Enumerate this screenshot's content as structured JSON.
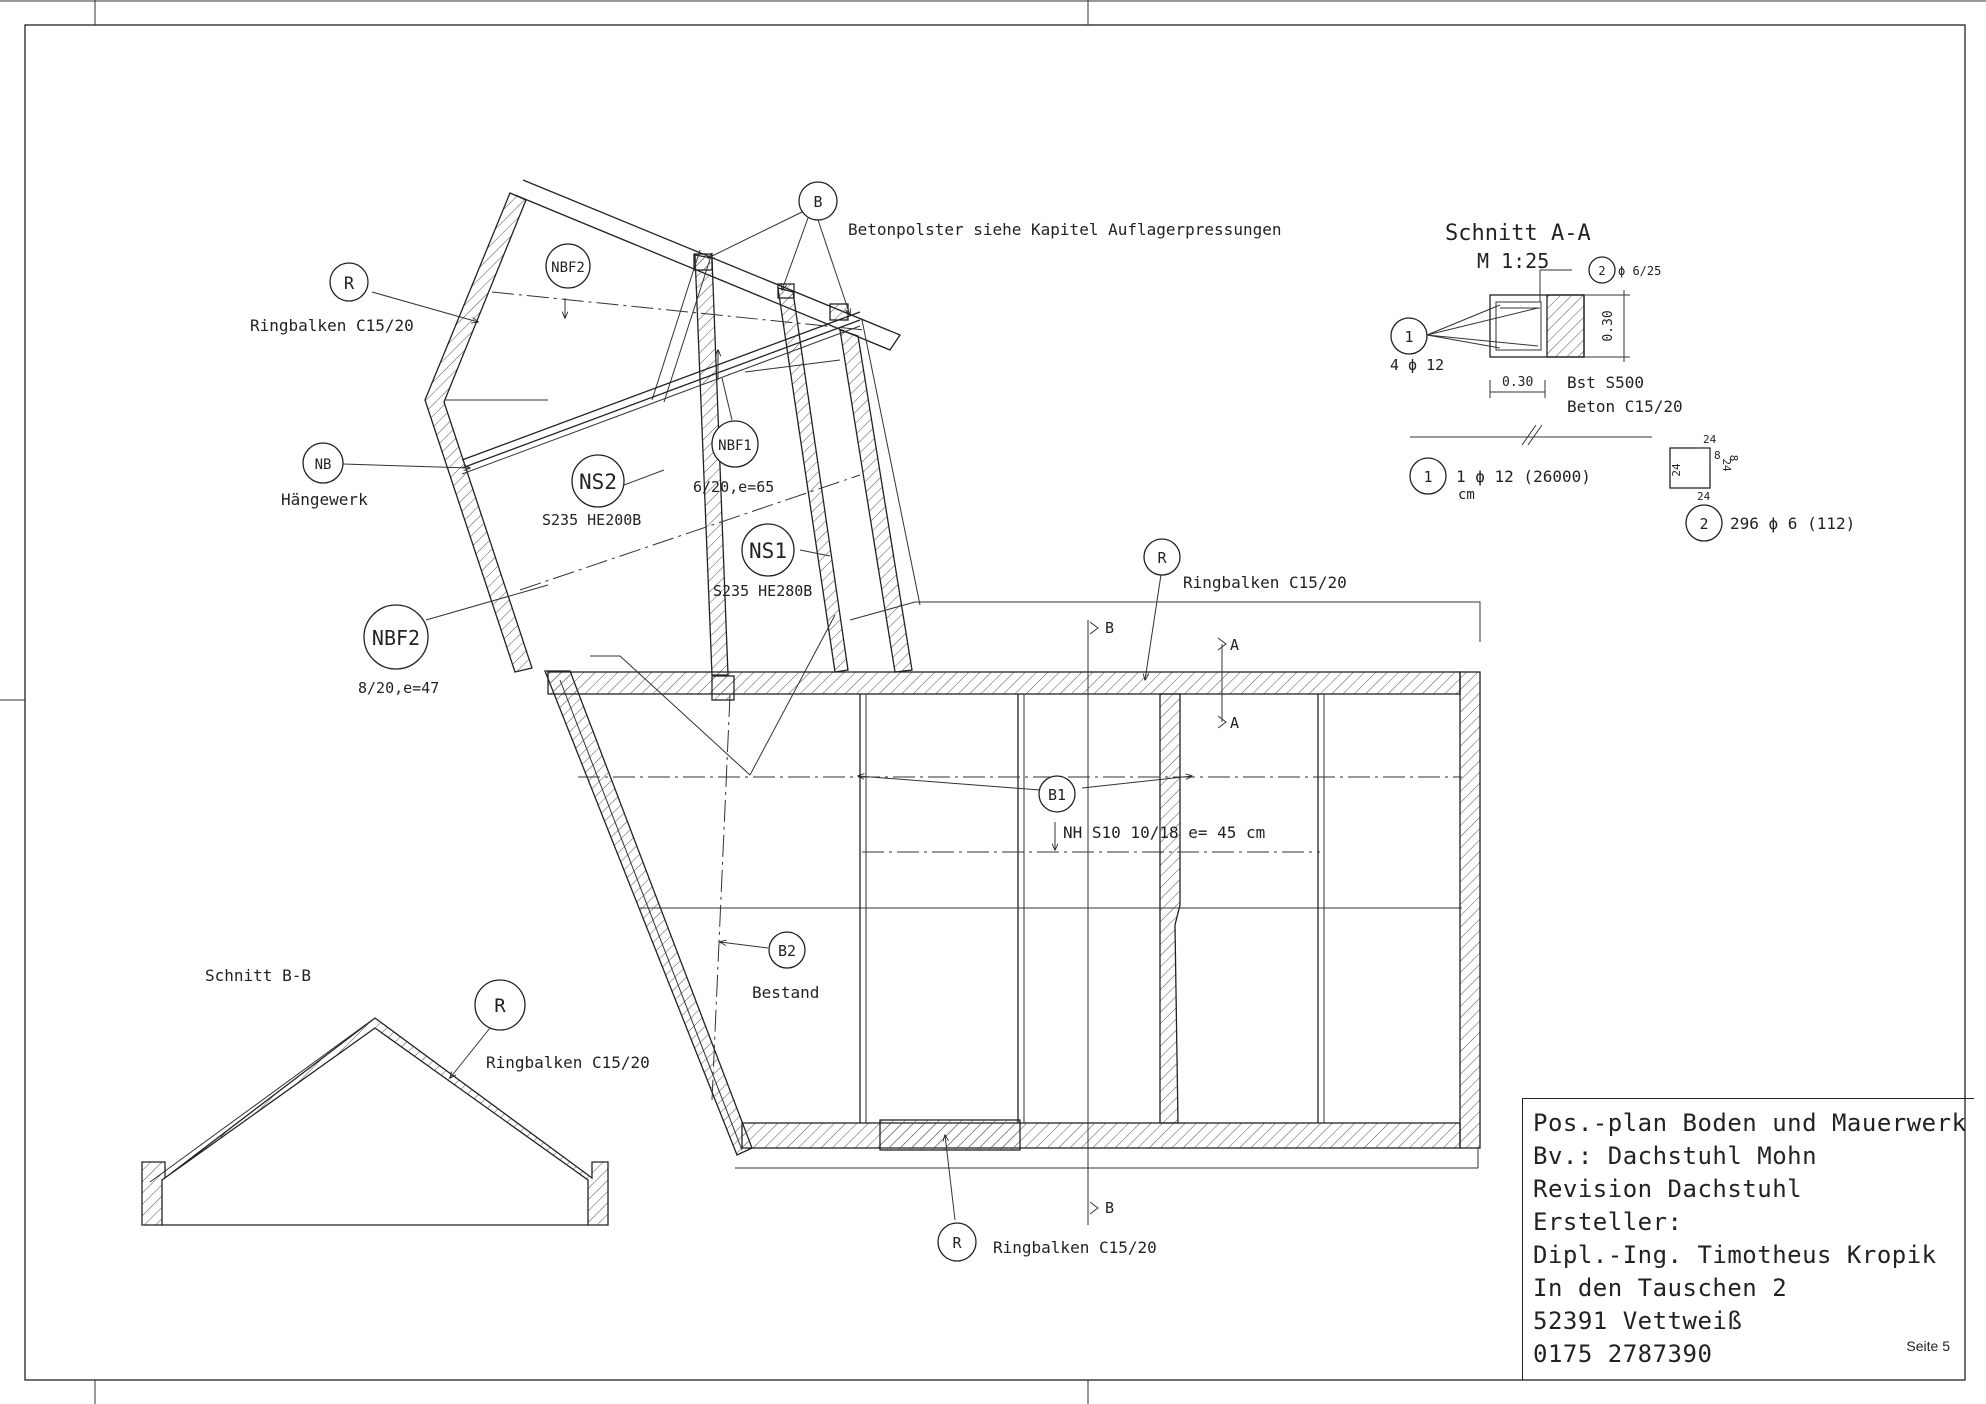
{
  "labels": {
    "betonpolster": "Betonpolster siehe Kapitel Auflagerpressungen",
    "ringbalken": "Ringbalken C15/20",
    "haengewerk": "Hängewerk",
    "ns2_profile": "S235 HE200B",
    "ns1_profile": "S235 HE280B",
    "nbf1_dim": "6/20,e=65",
    "nbf2_dim": "8/20,e=47",
    "b1_dim": "NH S10 10/18 e= 45 cm",
    "bestand": "Bestand",
    "schnitt_bb": "Schnitt B-B",
    "section_b": "B",
    "section_a": "A"
  },
  "markers": {
    "R": "R",
    "B": "B",
    "NB": "NB",
    "NBF2": "NBF2",
    "NBF1": "NBF1",
    "NS2": "NS2",
    "NS1": "NS1",
    "B1": "B1",
    "B2": "B2"
  },
  "section_aa": {
    "title": "Schnitt A-A",
    "scale": "M 1:25",
    "bar1_no": "1",
    "bar1_count": "4 ϕ 12",
    "bar2_no": "2",
    "bar2_stirrup": "ϕ 6/25",
    "dim_h": "0.30",
    "dim_w": "0.30",
    "steel": "Bst S500",
    "concrete": "Beton C15/20",
    "bar1_list": "1 ϕ 12 (26000)",
    "bar1_unit": "cm",
    "bar2_list": "296 ϕ 6 (112)",
    "stirrup_24a": "24",
    "stirrup_24b": "24",
    "stirrup_24c": "24",
    "stirrup_24d": "24",
    "stirrup_8a": "8",
    "stirrup_8b": "8"
  },
  "title_block": {
    "line1": "Pos.-plan Boden und Mauerwerk",
    "line2": "Bv.:  Dachstuhl Mohn",
    "line3": "Revision Dachstuhl",
    "line4": "Ersteller:",
    "line5": "Dipl.-Ing. Timotheus Kropik",
    "line6": "In den Tauschen 2",
    "line7": "52391 Vettweiß",
    "line8": "0175 2787390"
  },
  "page": "Seite 5"
}
